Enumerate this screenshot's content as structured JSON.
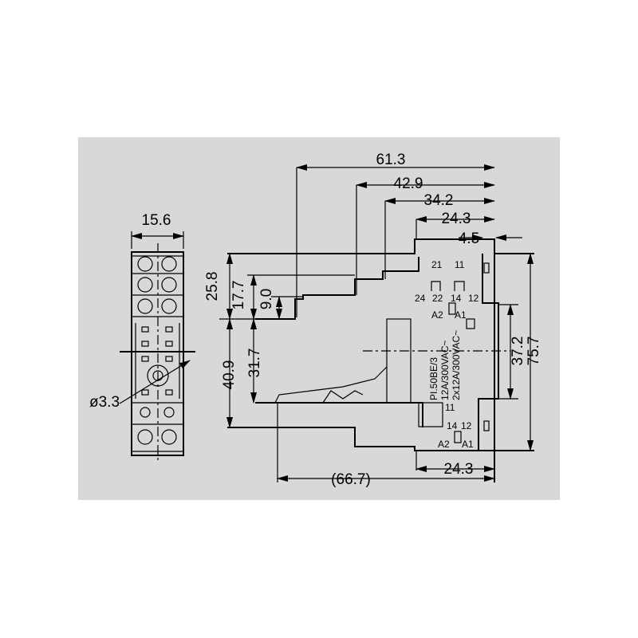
{
  "colors": {
    "panel": "#d8d8d8",
    "ink": "#000000"
  },
  "dimensions": {
    "width_top_61": "61.3",
    "width_42": "42.9",
    "width_34": "34.2",
    "width_24_top": "24.3",
    "width_4_5": "4.5",
    "socket_width": "15.6",
    "height_25_8": "25.8",
    "height_17_7": "17.7",
    "height_9_0": "9.0",
    "height_40_9": "40.9",
    "height_31_7": "31.7",
    "height_37_2": "37.2",
    "height_75_7": "75.7",
    "hole_diameter": "ø3.3",
    "length_66_7": "(66.7)",
    "width_24_bottom": "24.3"
  },
  "terminals_top": {
    "t21": "21",
    "t11": "11",
    "t24": "24",
    "t22": "22",
    "t14": "14",
    "t12": "12",
    "a2": "A2",
    "a1": "A1"
  },
  "terminals_bottom": {
    "t11": "11",
    "t14": "14",
    "t12": "12",
    "a2": "A2",
    "a1": "A1"
  },
  "rating": {
    "model": "PI.50BE/3",
    "line1": "12A/300VAC~",
    "line2": "2x12A/300VAC~"
  }
}
